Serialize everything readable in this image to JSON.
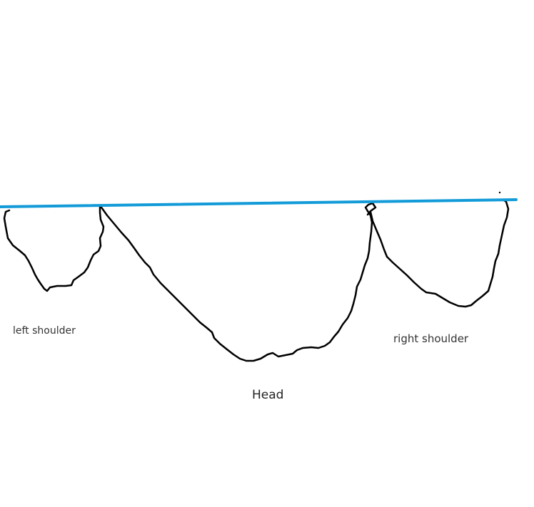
{
  "labels": {
    "left_shoulder": "left shoulder",
    "head": "Head",
    "right_shoulder": "right shoulder"
  },
  "colors": {
    "neckline": "#129bd8",
    "outline": "#000000",
    "text": "#333333"
  }
}
